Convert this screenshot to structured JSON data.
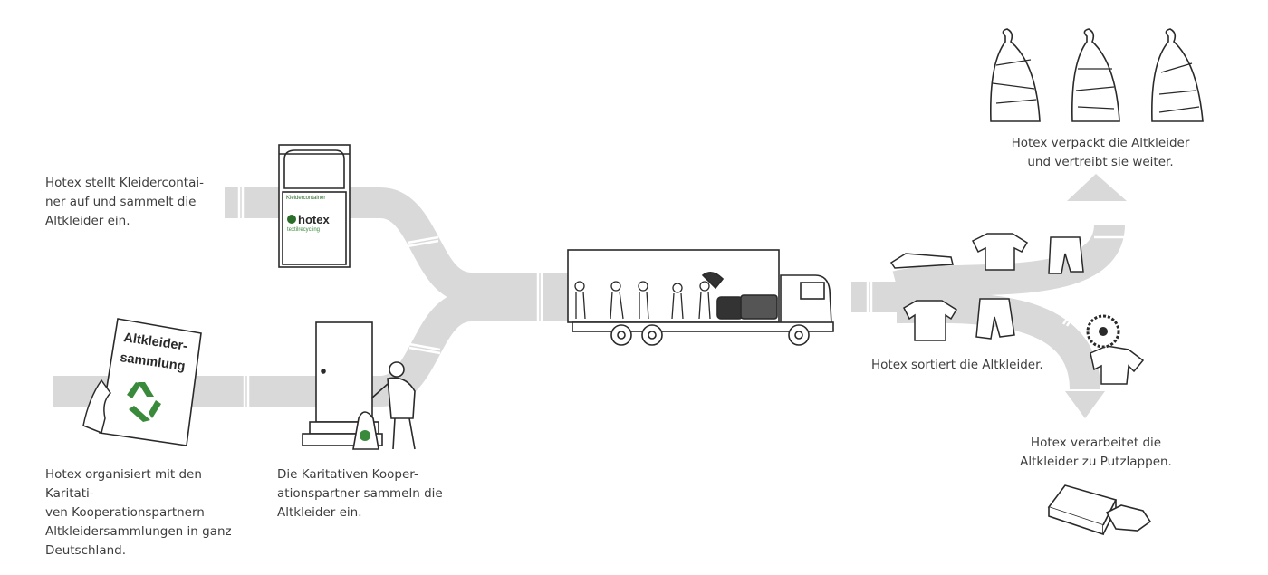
{
  "captions": {
    "container_step": "Hotex stellt Kleidercontai-\nner auf und sammelt die\nAltkleider ein.",
    "organize_step": "Hotex organisiert mit den Karitati-\nven Kooperationspartnern\nAltkleidersammlungen in ganz\nDeutschland.",
    "partners_step": "Die Karitativen Kooper-\nationspartner sammeln die\nAltkleider ein.",
    "pack_step": "Hotex verpackt die Altkleider\nund vertreibt sie weiter.",
    "sort_step": "Hotex sortiert die Altkleider.",
    "rags_step": "Hotex verarbeitet die\nAltkleider zu Putzlappen."
  },
  "container": {
    "label": "Kleidercontainer",
    "brand": "hotex",
    "brand_sub": "textilrecycling"
  },
  "flyer": {
    "title_line1": "Altkleider-",
    "title_line2": "sammlung"
  },
  "colors": {
    "pipe": "#d9d9d9",
    "outline": "#2a2a2a",
    "recycle_green": "#3a8a3c",
    "text": "#3d3d3d"
  }
}
